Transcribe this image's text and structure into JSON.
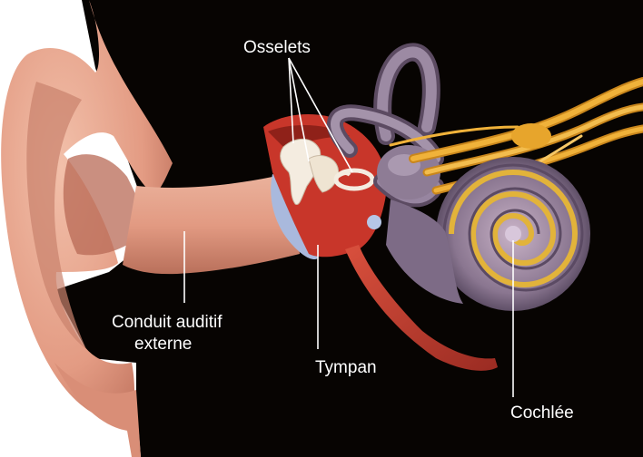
{
  "labels": {
    "ossicles": "Osselets",
    "ear_canal_line1": "Conduit auditif",
    "ear_canal_line2": "externe",
    "eardrum": "Tympan",
    "cochlea": "Cochlée"
  },
  "colors": {
    "background": "#070402",
    "skin": "#e8a890",
    "skin_shadow": "#c27a66",
    "middle_ear": "#c8362a",
    "ossicles": "#f4ece0",
    "eardrum": "#a9b9dd",
    "inner_ear": "#8e7c95",
    "nerve": "#f0b23a",
    "label_text": "#ffffff"
  }
}
